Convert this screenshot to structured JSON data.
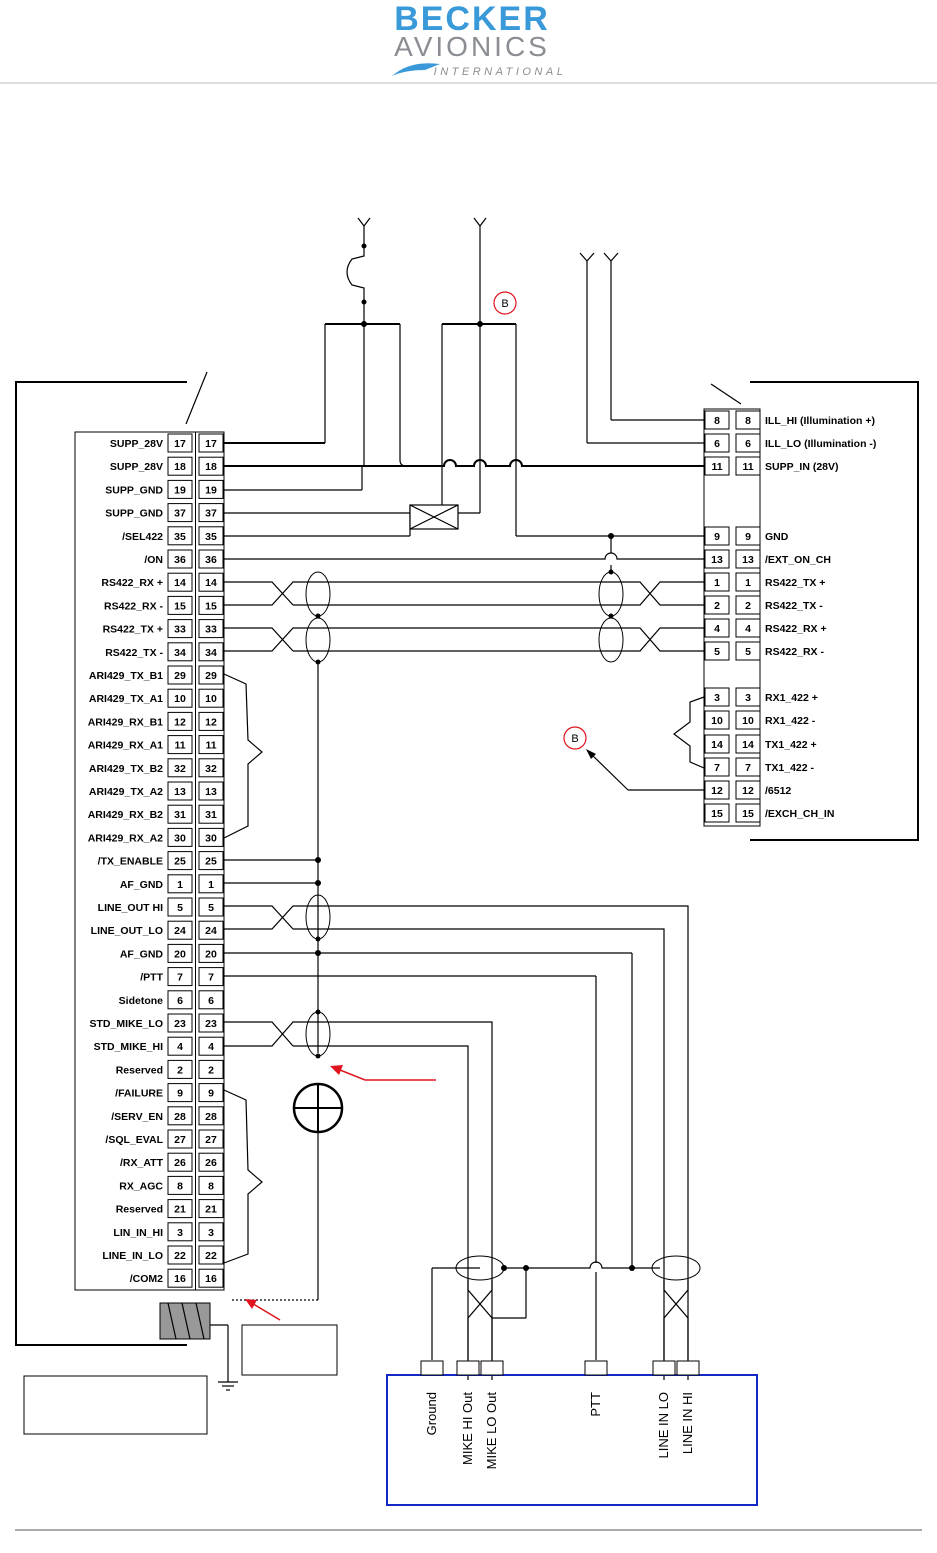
{
  "logo": {
    "brand_line1": "BECKER",
    "brand_line2": "AVIONICS",
    "brand_line3": "INTERNATIONAL",
    "primary_color": "#3a9ad9",
    "secondary_color": "#8a8d91"
  },
  "left_connector": {
    "pins": [
      {
        "label": "SUPP_28V",
        "num": "17"
      },
      {
        "label": "SUPP_28V",
        "num": "18"
      },
      {
        "label": "SUPP_GND",
        "num": "19"
      },
      {
        "label": "SUPP_GND",
        "num": "37"
      },
      {
        "label": "/SEL422",
        "num": "35"
      },
      {
        "label": "/ON",
        "num": "36"
      },
      {
        "label": "RS422_RX +",
        "num": "14"
      },
      {
        "label": "RS422_RX -",
        "num": "15"
      },
      {
        "label": "RS422_TX +",
        "num": "33"
      },
      {
        "label": "RS422_TX -",
        "num": "34"
      },
      {
        "label": "ARI429_TX_B1",
        "num": "29"
      },
      {
        "label": "ARI429_TX_A1",
        "num": "10"
      },
      {
        "label": "ARI429_RX_B1",
        "num": "12"
      },
      {
        "label": "ARI429_RX_A1",
        "num": "11"
      },
      {
        "label": "ARI429_TX_B2",
        "num": "32"
      },
      {
        "label": "ARI429_TX_A2",
        "num": "13"
      },
      {
        "label": "ARI429_RX_B2",
        "num": "31"
      },
      {
        "label": "ARI429_RX_A2",
        "num": "30"
      },
      {
        "label": "/TX_ENABLE",
        "num": "25"
      },
      {
        "label": "AF_GND",
        "num": "1"
      },
      {
        "label": "LINE_OUT HI",
        "num": "5"
      },
      {
        "label": "LINE_OUT_LO",
        "num": "24"
      },
      {
        "label": "AF_GND",
        "num": "20"
      },
      {
        "label": "/PTT",
        "num": "7"
      },
      {
        "label": "Sidetone",
        "num": "6"
      },
      {
        "label": "STD_MIKE_LO",
        "num": "23"
      },
      {
        "label": "STD_MIKE_HI",
        "num": "4"
      },
      {
        "label": "Reserved",
        "num": "2"
      },
      {
        "label": "/FAILURE",
        "num": "9"
      },
      {
        "label": "/SERV_EN",
        "num": "28"
      },
      {
        "label": "/SQL_EVAL",
        "num": "27"
      },
      {
        "label": "/RX_ATT",
        "num": "26"
      },
      {
        "label": "RX_AGC",
        "num": "8"
      },
      {
        "label": "Reserved",
        "num": "21"
      },
      {
        "label": "LIN_IN_HI",
        "num": "3"
      },
      {
        "label": "LINE_IN_LO",
        "num": "22"
      },
      {
        "label": "/COM2",
        "num": "16"
      }
    ]
  },
  "right_connector": {
    "pins": [
      {
        "label": "ILL_HI (Illumination +)",
        "num": "8"
      },
      {
        "label": "ILL_LO (Illumination -)",
        "num": "6"
      },
      {
        "label": "SUPP_IN (28V)",
        "num": "11"
      },
      {
        "label": "GND",
        "num": "9"
      },
      {
        "label": "/EXT_ON_CH",
        "num": "13"
      },
      {
        "label": "RS422_TX +",
        "num": "1"
      },
      {
        "label": "RS422_TX -",
        "num": "2"
      },
      {
        "label": "RS422_RX +",
        "num": "4"
      },
      {
        "label": "RS422_RX -",
        "num": "5"
      },
      {
        "label": "RX1_422 +",
        "num": "3"
      },
      {
        "label": "RX1_422 -",
        "num": "10"
      },
      {
        "label": "TX1_422 +",
        "num": "14"
      },
      {
        "label": "TX1_422 -",
        "num": "7"
      },
      {
        "label": "/6512",
        "num": "12"
      },
      {
        "label": "/EXCH_CH_IN",
        "num": "15"
      }
    ]
  },
  "markers": {
    "b_top": "B",
    "b_right": "B"
  },
  "audio_device": {
    "pins": [
      "Ground",
      "MIKE HI Out",
      "MIKE LO Out",
      "PTT",
      "LINE IN LO",
      "LINE IN HI"
    ],
    "border_color": "#1428c8"
  },
  "annotation_color": "#e0141e"
}
